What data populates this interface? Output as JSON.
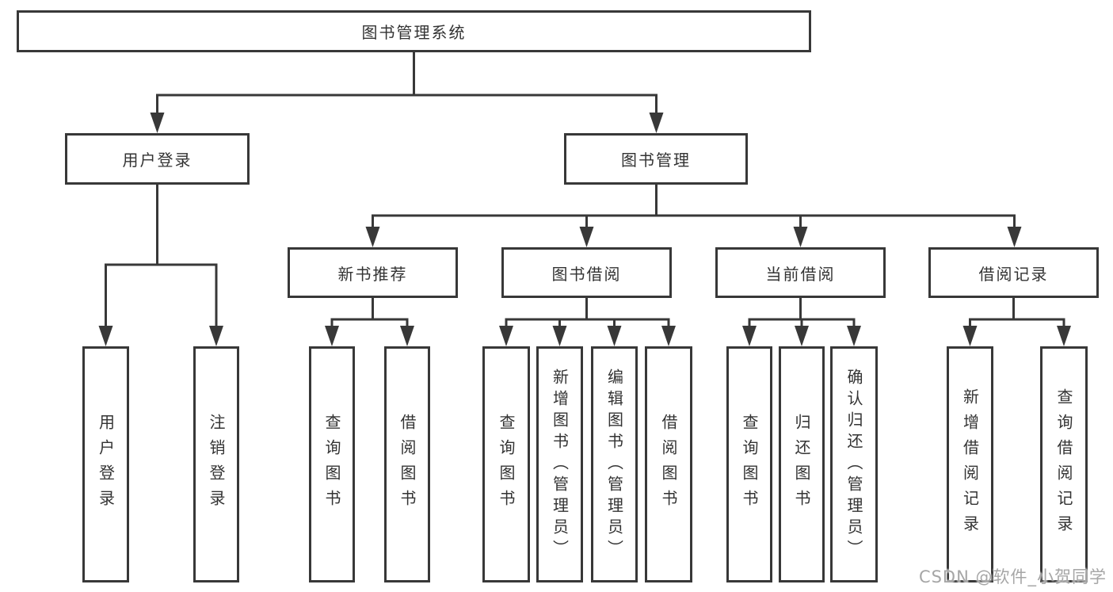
{
  "diagram": {
    "root": {
      "label": "图书管理系统"
    },
    "level2": [
      {
        "label": "用户登录"
      },
      {
        "label": "图书管理"
      }
    ],
    "level3": [
      {
        "label": "新书推荐"
      },
      {
        "label": "图书借阅"
      },
      {
        "label": "当前借阅"
      },
      {
        "label": "借阅记录"
      }
    ],
    "leaves": {
      "user_login": [
        "用户登录",
        "注销登录"
      ],
      "new_books": [
        "查询图书",
        "借阅图书"
      ],
      "book_borrow": [
        "查询图书",
        "新增图书（管理员）",
        "编辑图书（管理员）",
        "借阅图书"
      ],
      "current_borrow": [
        "查询图书",
        "归还图书",
        "确认归还（管理员）"
      ],
      "borrow_records": [
        "新增借阅记录",
        "查询借阅记录"
      ]
    }
  },
  "watermark": {
    "text": "CSDN @软件_小贺同学"
  },
  "colors": {
    "line": "#383838",
    "box_border": "#383838",
    "text": "#333333",
    "watermark": "#a6a6a6",
    "background": "#ffffff"
  }
}
